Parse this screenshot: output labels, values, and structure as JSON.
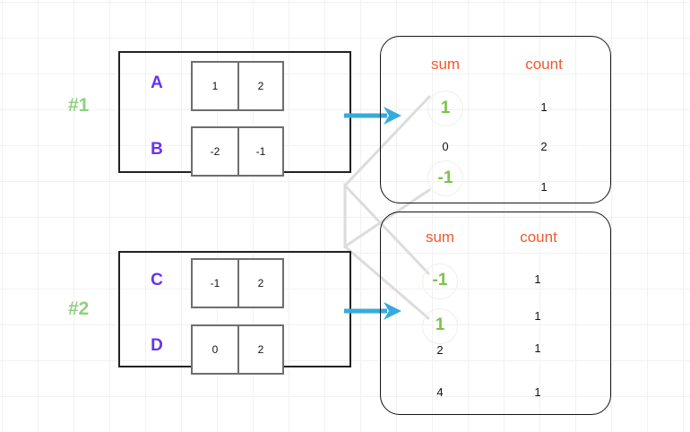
{
  "diagram": {
    "title_hidden": "",
    "colors": {
      "group_label": "#8ed17e",
      "row_label": "#6633ee",
      "header": "#ef5930",
      "highlight_value": "#7cc24b",
      "arrow": "#35aadd",
      "connector": "#d9d9d9",
      "box_border": "#222222",
      "cell_border": "#6e6e6e",
      "grid": "#f1f1f1"
    },
    "groups": [
      {
        "name": "group-1",
        "label": "#1",
        "rows": [
          {
            "label": "A",
            "cells": [
              "1",
              "2"
            ]
          },
          {
            "label": "B",
            "cells": [
              "-2",
              "-1"
            ]
          }
        ]
      },
      {
        "name": "group-2",
        "label": "#2",
        "rows": [
          {
            "label": "C",
            "cells": [
              "-1",
              "2"
            ]
          },
          {
            "label": "D",
            "cells": [
              "0",
              "2"
            ]
          }
        ]
      }
    ],
    "tables": [
      {
        "name": "aggregate-table-1",
        "headers": [
          "sum",
          "count"
        ],
        "rows": [
          {
            "sum": "1",
            "count": "1",
            "highlighted": true
          },
          {
            "sum": "0",
            "count": "2",
            "highlighted": false
          },
          {
            "sum": "-1",
            "count": "1",
            "highlighted": true
          }
        ]
      },
      {
        "name": "aggregate-table-2",
        "headers": [
          "sum",
          "count"
        ],
        "rows": [
          {
            "sum": "-1",
            "count": "1",
            "highlighted": true
          },
          {
            "sum": "1",
            "count": "1",
            "highlighted": true
          },
          {
            "sum": "2",
            "count": "1",
            "highlighted": false
          },
          {
            "sum": "4",
            "count": "1",
            "highlighted": false
          }
        ]
      }
    ],
    "arrows": [
      {
        "name": "arrow-group1-to-table1"
      },
      {
        "name": "arrow-group2-to-table2"
      }
    ]
  }
}
